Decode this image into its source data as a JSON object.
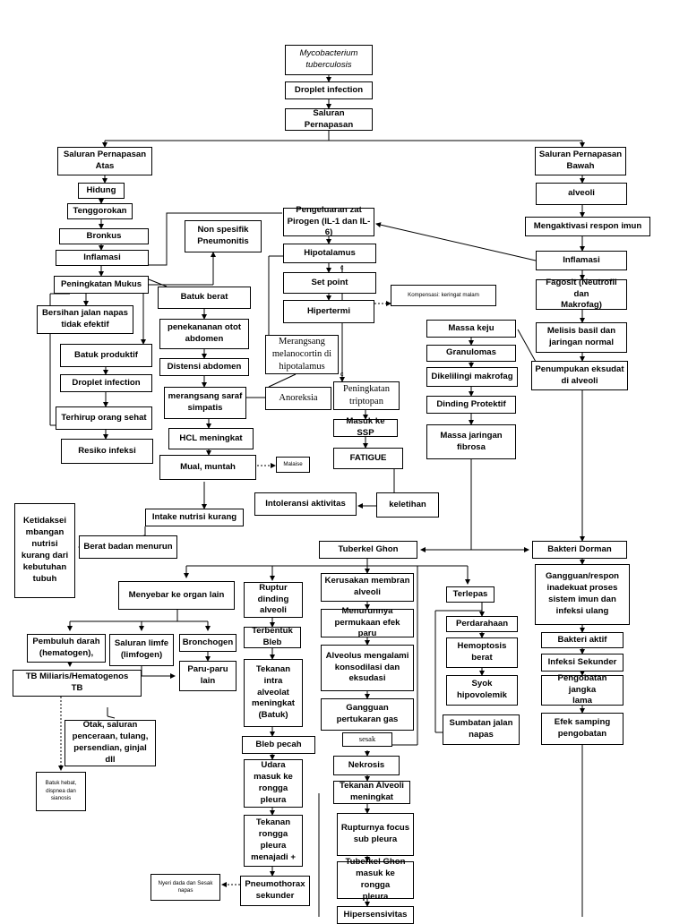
{
  "nodes": {
    "mycobacterium": "Mycobacterium\ntuberculosis",
    "droplet_infection_top": "Droplet infection",
    "saluran_pernapasan": "Saluran Pernapasan",
    "saluran_atas": "Saluran Pernapasan\nAtas",
    "saluran_bawah": "Saluran Pernapasan\nBawah",
    "hidung": "Hidung",
    "tenggorokan": "Tenggorokan",
    "bronkus": "Bronkus",
    "inflamasi_left": "Inflamasi",
    "peningkatan_mukus": "Peningkatan Mukus",
    "bersihan_jalan": "Bersihan jalan napas\ntidak efektif",
    "batuk_produktif": "Batuk produktif",
    "droplet_infection_left": "Droplet infection",
    "terhirup": "Terhirup orang sehat",
    "resiko_infeksi": "Resiko infeksi",
    "non_spesifik": "Non spesifik\nPneumonitis",
    "batuk_berat": "Batuk berat",
    "penekanan": "penekananan otot\nabdomen",
    "distensi": "Distensi abdomen",
    "merangsang_saraf": "merangsang saraf\nsimpatis",
    "hcl": "HCL meningkat",
    "mual": "Mual, muntah",
    "malaise": "Malaise",
    "intake": "Intake nutrisi kurang",
    "berat_badan": "Berat badan menurun",
    "ketidakseimbangan": "Ketidaksei\nmbangan\nnutrisi\nkurang dari\nkebutuhan\ntubuh",
    "pengeluaran": "Pengeluaran zat\nPirogen (IL-1 dan IL-6)",
    "hipotalamus": "Hipotalamus",
    "set_point": "Set point",
    "hipertermi": "Hipertermi",
    "kompensasi": "Kompensasi: keringat malam",
    "melanocortin": "Merangsang\nmelanocortin di\nhipotalamus",
    "anoreksia": "Anoreksia",
    "triptopan": "Peningkatan\ntriptopan",
    "masuk_ssp": "Masuk ke SSP",
    "fatigue": "FATIGUE",
    "intoleransi": "Intoleransi aktivitas",
    "keletihan": "keletihan",
    "alveoli": "alveoli",
    "mengaktivasi": "Mengaktivasi respon imun",
    "inflamasi_right": "Inflamasi",
    "fagosit": "Fagosit (Neutrofil dan\nMakrofag)",
    "melisis": "Melisis basil dan\njaringan normal",
    "penumpukan": "Penumpukan eksudat\ndi alveoli",
    "massa_keju": "Massa keju",
    "granulomas": "Granulomas",
    "dikelilingi": "Dikelilingi makrofag",
    "dinding_protektif": "Dinding Protektif",
    "massa_jaringan": "Massa jaringan\nfibrosa",
    "tuberkel_ghon": "Tuberkel Ghon",
    "bakteri_dorman": "Bakteri Dorman",
    "menyebar": "Menyebar ke organ lain",
    "pembuluh_darah": "Pembuluh darah\n(hematogen),",
    "saluran_limfe": "Saluran limfe\n(limfogen)",
    "bronchogen": "Bronchogen",
    "paru_paru": "Paru-paru\nlain",
    "tb_miliaris": "TB Miliaris/Hematogenos\nTB",
    "otak": "Otak, saluran\npenceraan, tulang,\npersendian, ginjal dll",
    "batuk_hebat": "Batuk hebat,\ndispnea dan\nsianosis",
    "ruptur": "Ruptur\ndinding\nalveoli",
    "terbentuk_bleb": "Terbentuk\nBleb",
    "tekanan_intra": "Tekanan\nintra\nalveolat\nmeningkat\n(Batuk)",
    "bleb_pecah": "Bleb pecah",
    "udara_masuk": "Udara\nmasuk ke\nrongga\npleura",
    "tekanan_rongga": "Tekanan\nrongga\npleura\nmenajadi +",
    "pneumothorax": "Pneumothorax\nsekunder",
    "nyeri_dada": "Nyeri dada dan Sesak\nnapas",
    "kerusakan": "Kerusakan membran\nalveoli",
    "menurunnya": "Menurunnya\npermukaan efek paru",
    "alveolus": "Alveolus mengalami\nkonsodilasi dan\neksudasi",
    "gangguan_gas": "Gangguan\npertukaran gas",
    "sesak": "sesak",
    "nekrosis": "Nekrosis",
    "tekanan_alveoli": "Tekanan Alveoli\nmeningkat",
    "rupturnya_focus": "Rupturnya focus\nsub pleura",
    "tuberkel_masuk": "Tuberkel Ghon\nmasuk ke rongga\npleura",
    "hipersensivitas": "Hipersensivitas",
    "terlepas": "Terlepas",
    "perdarahaan": "Perdarahaan",
    "hemoptosis": "Hemoptosis\nberat",
    "syok": "Syok\nhipovolemik",
    "sumbatan": "Sumbatan jalan\nnapas",
    "gangguan_respon": "Gangguan/respon\ninadekuat proses\nsistem imun dan\ninfeksi ulang",
    "bakteri_aktif": "Bakteri aktif",
    "infeksi_sekunder": "Infeksi Sekunder",
    "pengobatan": "Pengobatan jangka\nlama",
    "efek_samping": "Efek samping\npengobatan"
  },
  "annotations": {
    "mark_c1": "c",
    "mark_c2": "c"
  }
}
